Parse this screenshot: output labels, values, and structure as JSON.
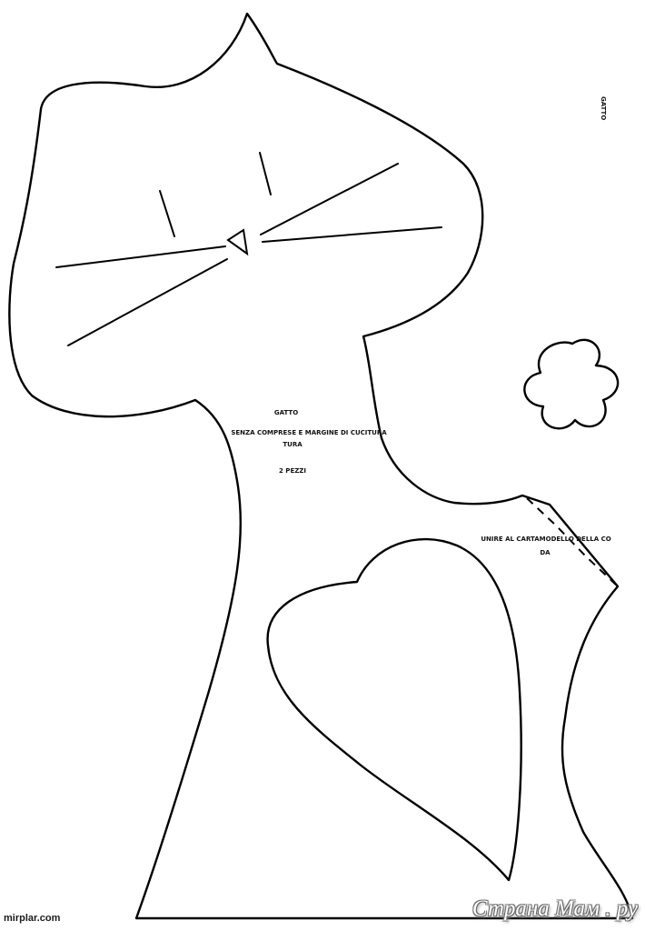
{
  "pattern": {
    "name": "GATTO",
    "side_label": "GATTO",
    "instruction_line1": "GATTO",
    "instruction_line2": "SENZA COMPRESE E MARGINE DI CUCITURA",
    "instruction_line3": "TURA",
    "pieces": "2 PEZZI",
    "join_note_line1": "UNIRE AL CARTAMODELLO DELLA CO",
    "join_note_line2": "DA"
  },
  "watermarks": {
    "left": "mirplar.com",
    "right": "Страна Мам . ру"
  }
}
